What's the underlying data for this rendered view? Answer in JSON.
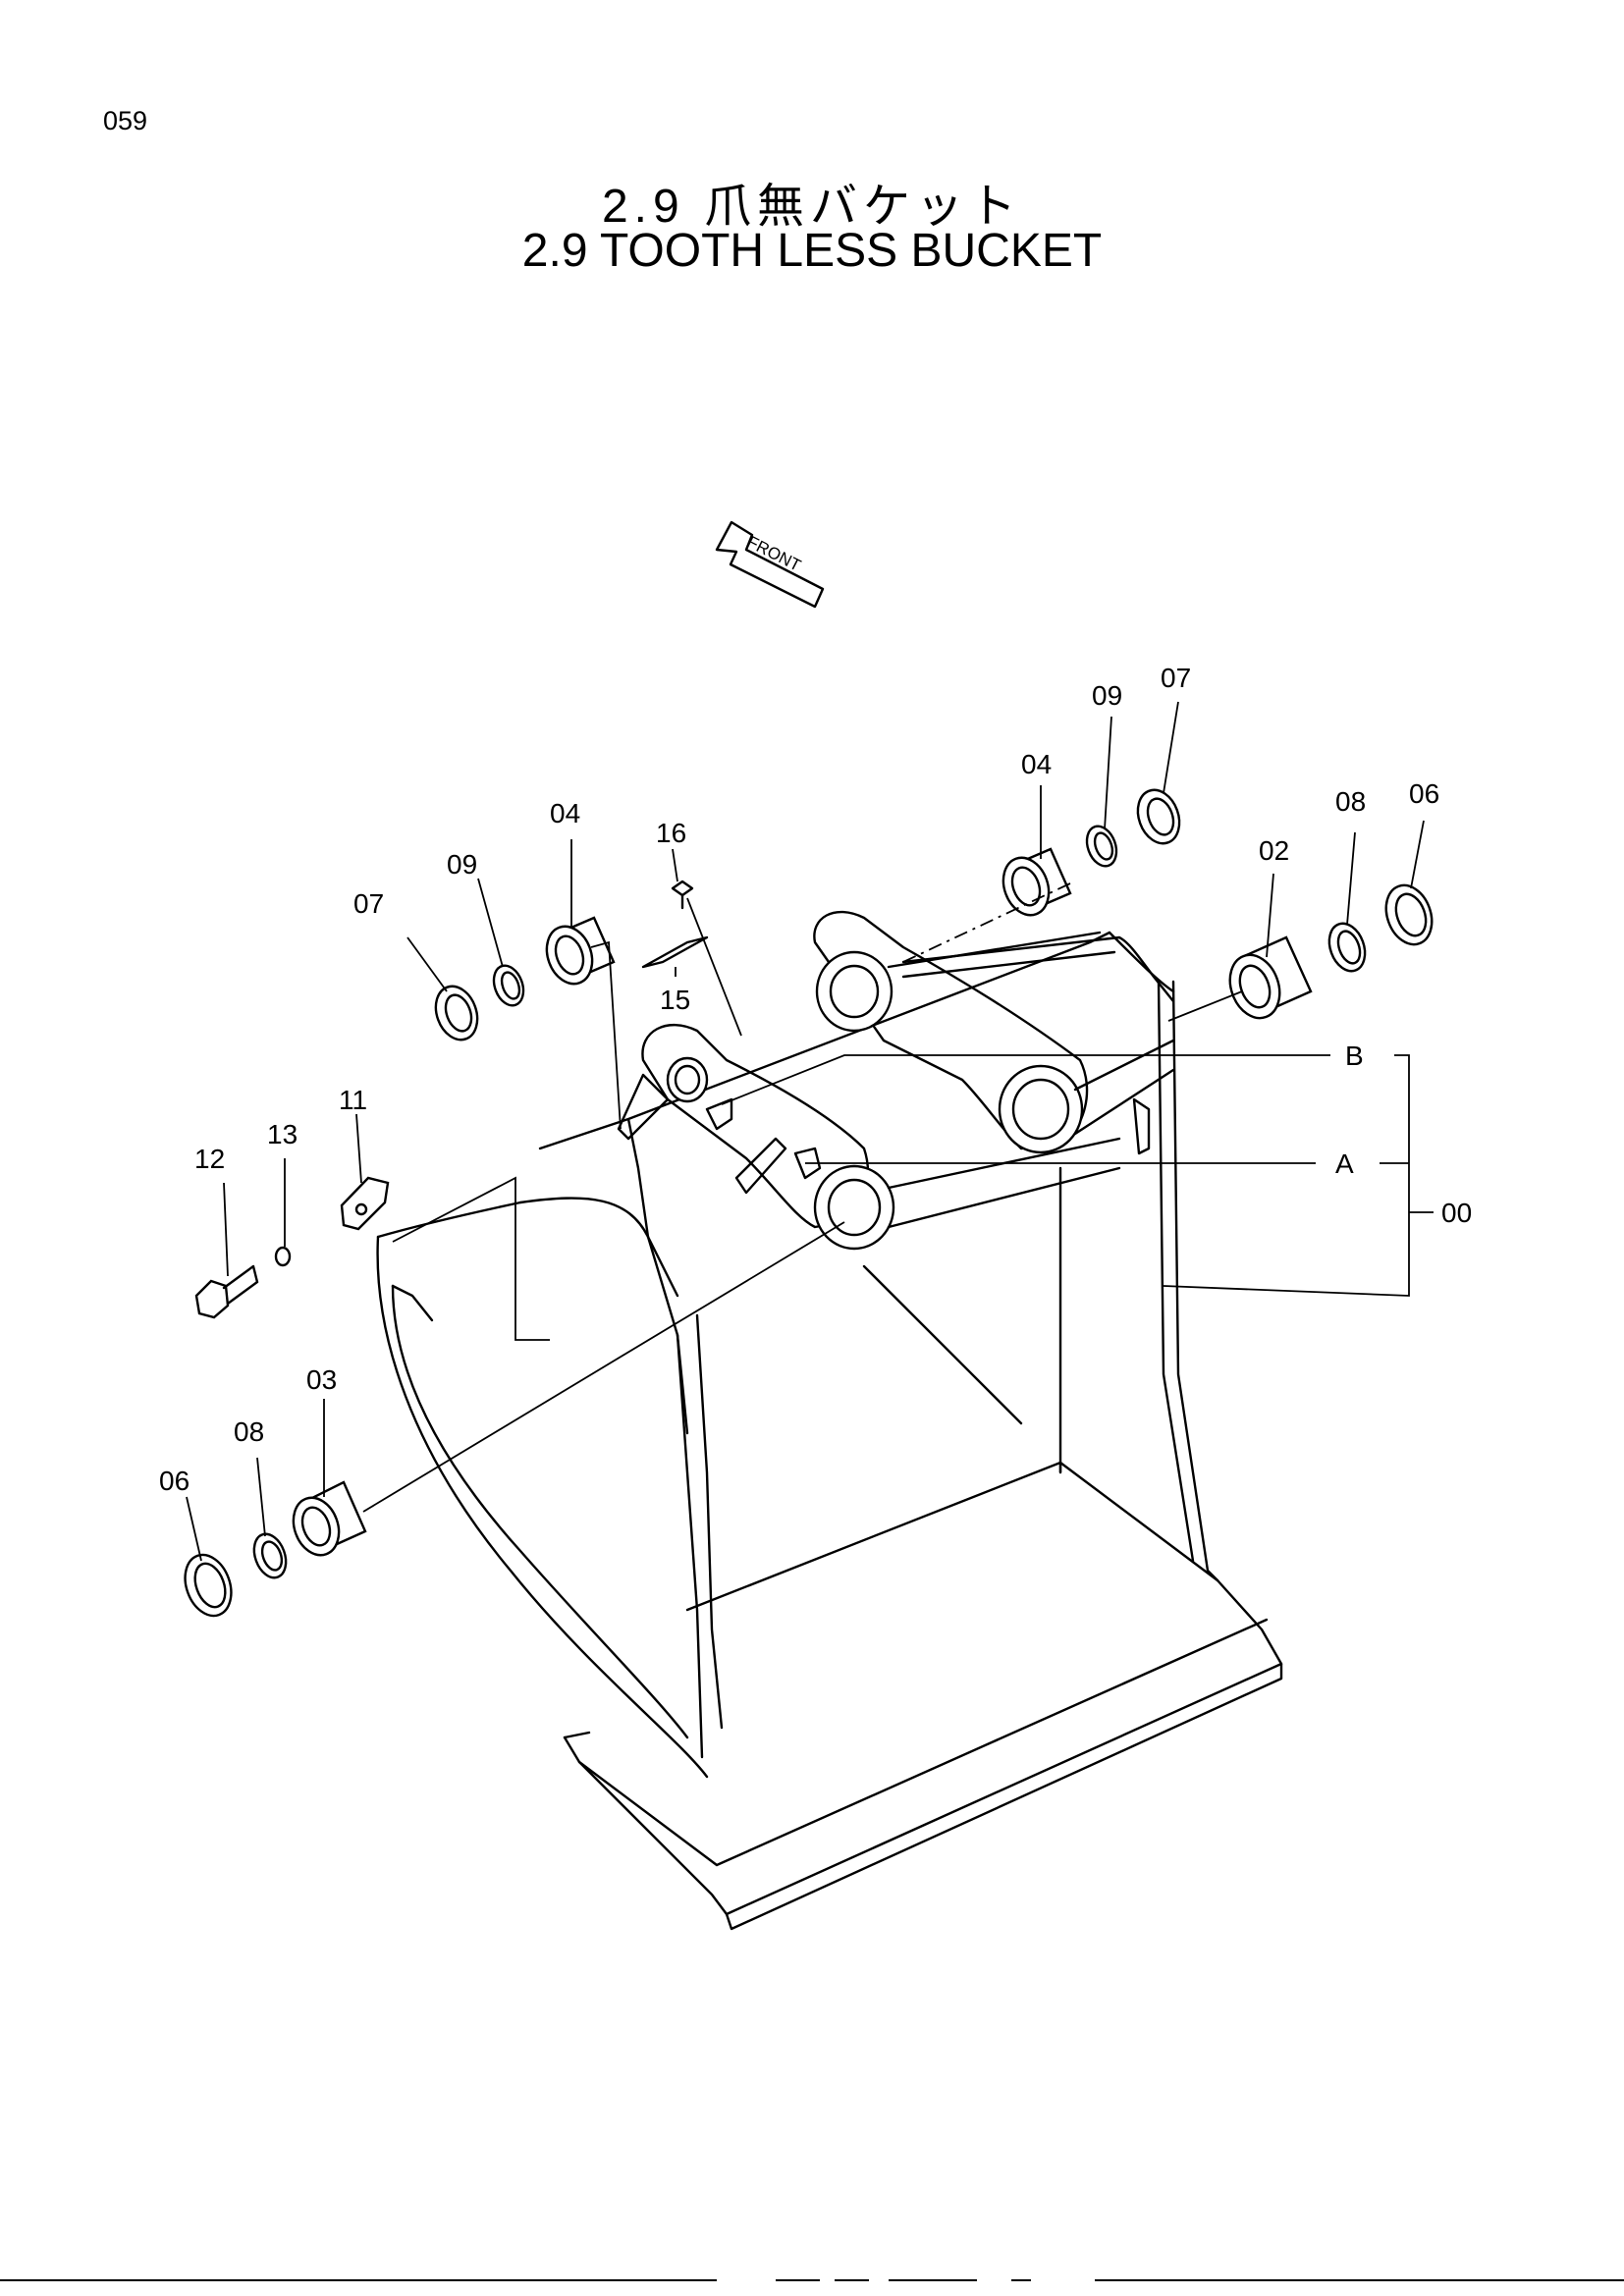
{
  "page_number": "059",
  "title_jp": "2.9 爪無バケット",
  "title_en": "2.9 TOOTH LESS BUCKET",
  "front_arrow_label": "FRONT",
  "callouts": {
    "c07_left": "07",
    "c09_left": "09",
    "c04_left": "04",
    "c16": "16",
    "c15": "15",
    "c04_right": "04",
    "c09_right": "09",
    "c07_right": "07",
    "c08_right": "08",
    "c06_right": "06",
    "c02": "02",
    "c11": "11",
    "c13": "13",
    "c12": "12",
    "c03": "03",
    "c08_left": "08",
    "c06_left": "06",
    "cB": "B",
    "cA": "A",
    "c00": "00"
  }
}
